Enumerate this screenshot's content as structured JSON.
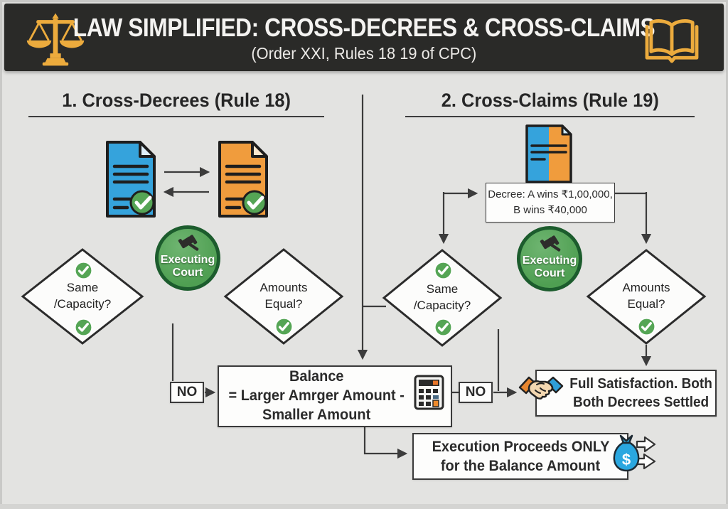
{
  "header": {
    "title": "LAW SIMPLIFIED: CROSS-DECREES & CROSS-CLAIMS",
    "subtitle": "(Order XXI, Rules 18 19 of CPC)",
    "left_icon": "scales-of-justice",
    "right_icon": "open-book"
  },
  "sections": [
    {
      "title": "1. Cross-Decrees (Rule 18)"
    },
    {
      "title": "2. Cross-Claims (Rule 19)"
    }
  ],
  "labels": {
    "executing_court": {
      "line1": "Executing",
      "line2": "Court"
    },
    "same_capacity": {
      "line1": "Same",
      "line2": "/Capacity?"
    },
    "amounts_equal": {
      "line1": "Amounts",
      "line2": "Equal?"
    },
    "no": "NO"
  },
  "boxes": {
    "decree": {
      "line1": "Decree: A wins ₹1,00,000,",
      "line2": "B wins ₹40,000"
    },
    "balance": {
      "line1": "Balance",
      "line2": "= Larger Amrger Amount -",
      "line3": "Smaller Amount"
    },
    "full_satisfaction": {
      "line1": "Full Satisfaction. Both",
      "line2": "Both Decrees Settled"
    },
    "execution": {
      "line1": "Execution Proceeds ONLY",
      "line2": "for the Balance Amount"
    }
  },
  "icons": {
    "documents": [
      "blue-decree-document",
      "orange-decree-document",
      "split-blue-orange-document"
    ],
    "gavel": "gavel-icon",
    "checkmark": "green-check-icon",
    "calculator": "calculator-icon",
    "handshake": "handshake-icon",
    "money_bag": "money-bag-icon",
    "money_bag_symbol": "$"
  },
  "colors": {
    "header_bg": "#2a2a28",
    "gold": "#ECAB3D",
    "green": "#55a555",
    "dark_green_border": "#1c5c2d",
    "blue": "#35a3dc",
    "orange": "#f09c3d",
    "line": "#3c3c3c",
    "background": "#e3e3e1"
  }
}
